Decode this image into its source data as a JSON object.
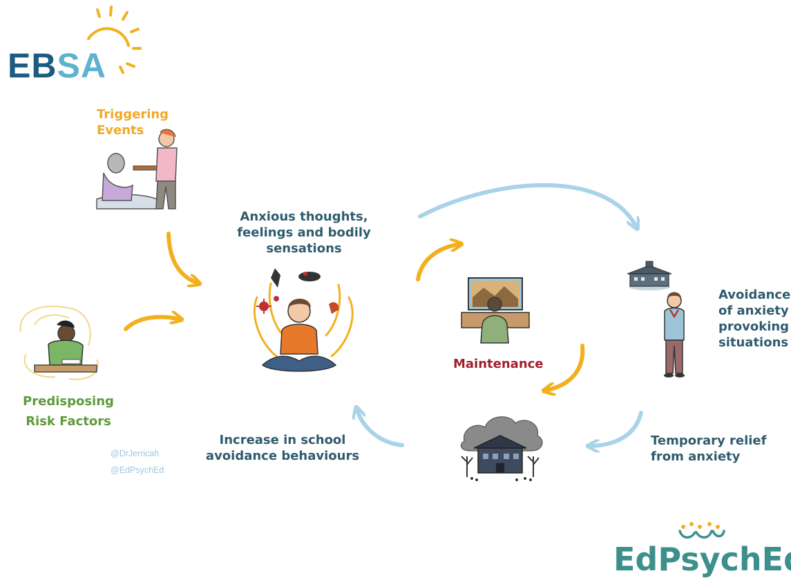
{
  "logos": {
    "ebsa": {
      "parts": [
        "EB",
        "S",
        "A"
      ]
    },
    "edpsych": {
      "text": "EdPsychEd"
    }
  },
  "nodes": {
    "triggering": {
      "lines": [
        "Triggering",
        "Events"
      ]
    },
    "predisposing": {
      "lines": [
        "Predisposing",
        "Risk Factors"
      ]
    },
    "anxious": {
      "lines": [
        "Anxious thoughts,",
        "feelings and bodily",
        "sensations"
      ]
    },
    "maintenance": {
      "text": "Maintenance"
    },
    "avoidance": {
      "lines": [
        "Avoidance",
        "of anxiety",
        "provoking",
        "situations"
      ]
    },
    "relief": {
      "lines": [
        "Temporary relief",
        "from anxiety"
      ]
    },
    "increase": {
      "lines": [
        "Increase in school",
        "avoidance behaviours"
      ]
    }
  },
  "handles": [
    "@DrJerricah",
    "@EdPsychEd"
  ],
  "colors": {
    "orange_arrow": "#f2b01e",
    "blue_arrow": "#a9d3e8",
    "title_blue": "#2f5b6e",
    "ebsa_dark": "#1e5b80",
    "ebsa_light": "#5eb1cf",
    "maintenance_red": "#a0202a",
    "predisposing_green": "#5e9a3a",
    "triggering_orange": "#f0a928"
  },
  "icons": [
    "sun-icon",
    "illness-scene-icon",
    "worried-person-icon",
    "anxious-child-icon",
    "gaming-child-icon",
    "school-icon",
    "standing-child-icon",
    "stormy-school-icon"
  ]
}
